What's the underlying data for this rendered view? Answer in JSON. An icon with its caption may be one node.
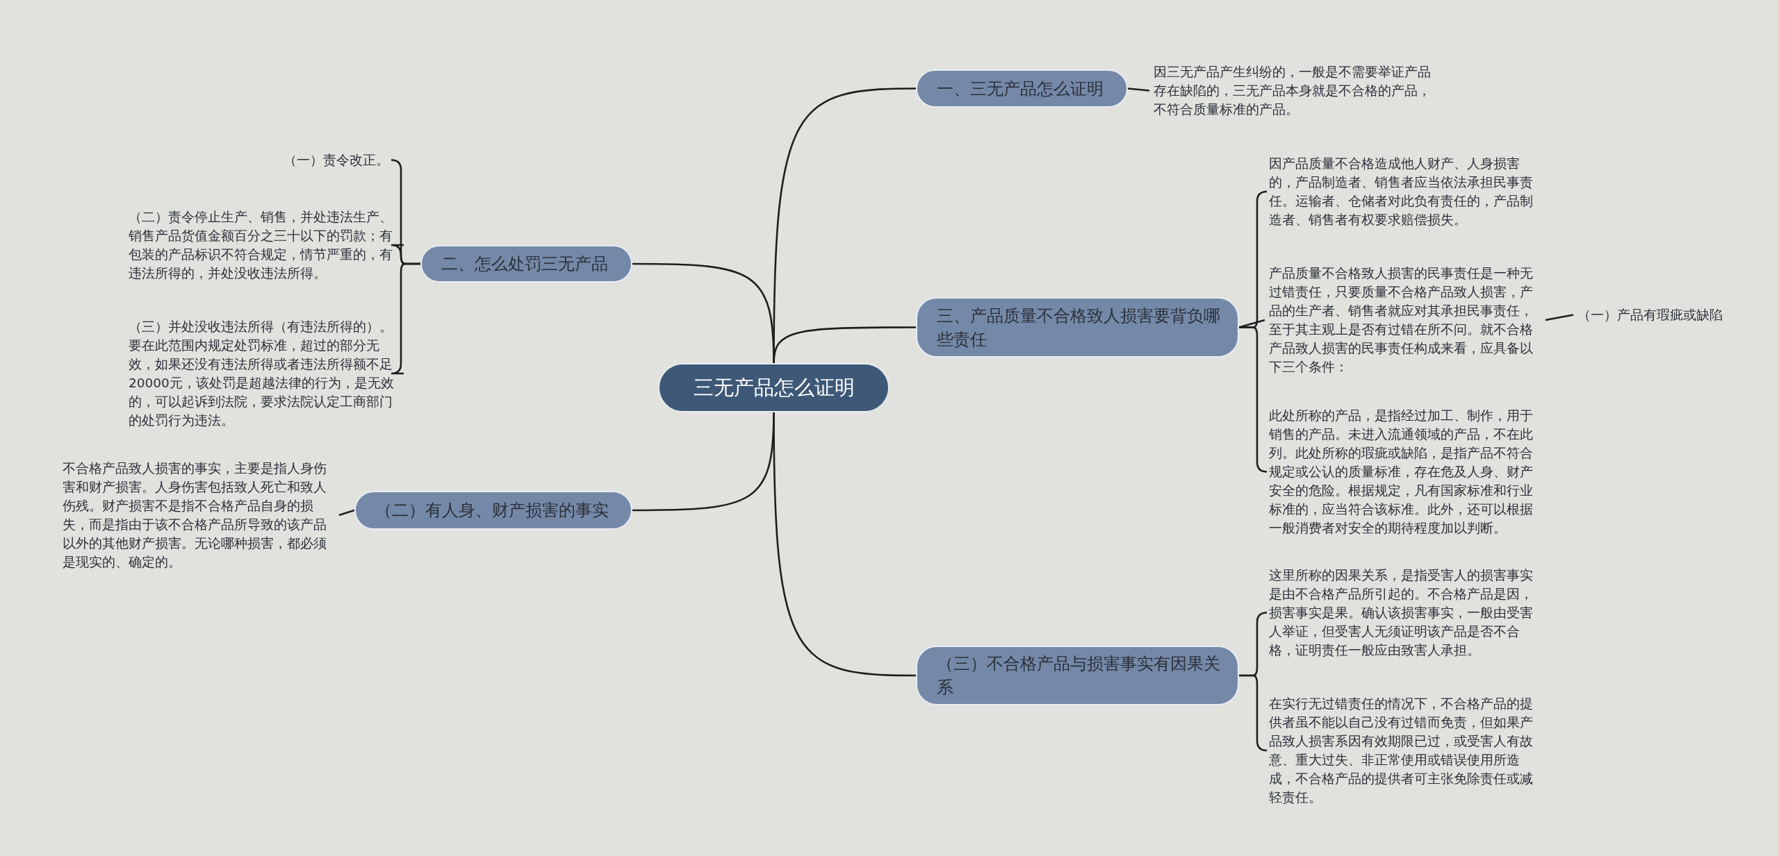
{
  "diagram": {
    "nodes": [
      {
        "text": [
          "三无产品怎么证明"
        ]
      },
      {
        "text": [
          "一、三无产品怎么证明"
        ]
      },
      {
        "text": [
          "因三无产品产生纠纷的，一般是不需要举证产品存在缺陷的，三无产品本身就是不合格的产品，不符合质量标准的产品。"
        ]
      },
      {
        "text": [
          "三、产品质量不合格致人损害要背负哪些责任"
        ]
      },
      {
        "text": [
          "因产品质量不合格造成他人财产、人身损害的，产品制造者、销售者应当依法承担民事责任。运输者、仓储者对此负有责任的，产品制造者、销售者有权要求赔偿损失。"
        ]
      },
      {
        "text": [
          "产品质量不合格致人损害的民事责任是一种无过错责任，只要质量不合格产品致人损害，产品的生产者、销售者就应对其承担民事责任，至于其主观上是否有过错在所不问。就不合格产品致人损害的民事责任构成来看，应具备以下三个条件："
        ]
      },
      {
        "text": [
          "（一）产品有瑕疵或缺陷"
        ]
      },
      {
        "text": [
          "此处所称的产品，是指经过加工、制作，用于销售的产品。未进入流通领域的产品，不在此列。此处所称的瑕疵或缺陷，是指产品不符合规定或公认的质量标准，存在危及人身、财产安全的危险。根据规定，凡有国家标准和行业标准的，应当符合该标准。此外，还可以根据一般消费者对安全的期待程度加以判断。"
        ]
      },
      {
        "text": [
          "（三）不合格产品与损害事实有因果关系"
        ]
      },
      {
        "text": [
          "这里所称的因果关系，是指受害人的损害事实是由不合格产品所引起的。不合格产品是因，损害事实是果。确认该损害事实，一般由受害人举证，但受害人无须证明该产品是否不合格，证明责任一般应由致害人承担。"
        ]
      },
      {
        "text": [
          "在实行无过错责任的情况下，不合格产品的提供者虽不能以自己没有过错而免责，但如果产品致人损害系因有效期限已过，或受害人有故意、重大过失、非正常使用或错误使用所造成，不合格产品的提供者可主张免除责任或减轻责任。"
        ]
      },
      {
        "text": [
          "二、怎么处罚三无产品"
        ]
      },
      {
        "text": [
          "（一）责令改正。"
        ]
      },
      {
        "text": [
          "（二）责令停止生产、销售，并处违法生产、销售产品货值金额百分之三十以下的罚款；有包装的产品标识不符合规定，情节严重的，有违法所得的，并处没收违法所得。"
        ]
      },
      {
        "text": [
          "（三）并处没收违法所得（有违法所得的）。要在此范围内规定处罚标准，超过的部分无效，如果还没有违法所得或者违法所得额不足20000元，该处罚是超越法律的行为，是无效的，可以起诉到法院，要求法院认定工商部门的处罚行为违法。"
        ]
      },
      {
        "text": [
          "（二）有人身、财产损害的事实"
        ]
      },
      {
        "text": [
          "不合格产品致人损害的事实，主要是指人身伤害和财产损害。人身伤害包括致人死亡和致人伤残。财产损害不是指不合格产品自身的损失，而是指由于该不合格产品所导致的该产品以外的其他财产损害。无论哪种损害，都必须是现实的、确定的。"
        ]
      }
    ],
    "edges": [
      {
        "from": 0,
        "to": 1,
        "arrow": "none"
      },
      {
        "from": 1,
        "to": 2,
        "arrow": "none"
      },
      {
        "from": 0,
        "to": 3,
        "arrow": "none"
      },
      {
        "from": 3,
        "to": 4,
        "arrow": "none"
      },
      {
        "from": 3,
        "to": 5,
        "arrow": "none"
      },
      {
        "from": 5,
        "to": 6,
        "arrow": "none"
      },
      {
        "from": 3,
        "to": 7,
        "arrow": "none"
      },
      {
        "from": 0,
        "to": 8,
        "arrow": "none"
      },
      {
        "from": 8,
        "to": 9,
        "arrow": "none"
      },
      {
        "from": 8,
        "to": 10,
        "arrow": "none"
      },
      {
        "from": 0,
        "to": 11,
        "arrow": "none"
      },
      {
        "from": 11,
        "to": 12,
        "arrow": "none"
      },
      {
        "from": 11,
        "to": 13,
        "arrow": "none"
      },
      {
        "from": 11,
        "to": 14,
        "arrow": "none"
      },
      {
        "from": 0,
        "to": 15,
        "arrow": "none"
      },
      {
        "from": 15,
        "to": 16,
        "arrow": "none"
      }
    ]
  }
}
